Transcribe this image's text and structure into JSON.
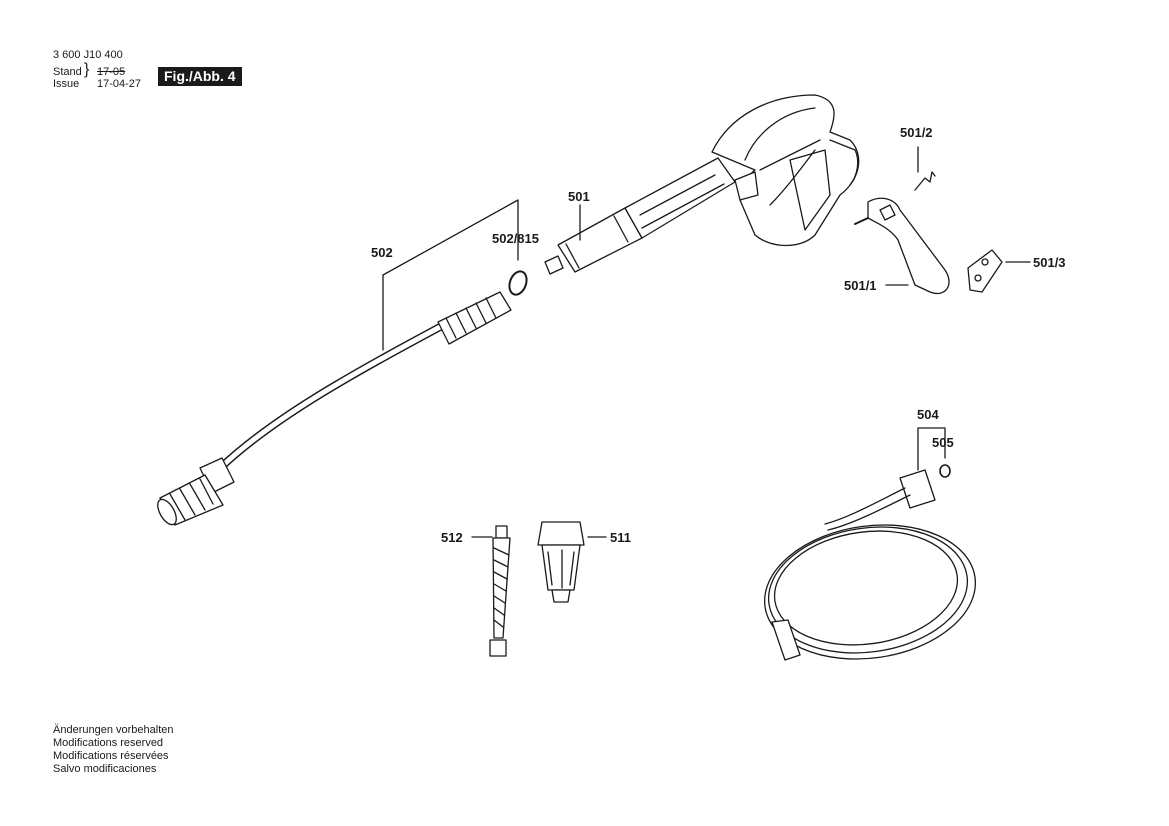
{
  "header": {
    "doc_number": "3 600 J10 400",
    "stand_label": "Stand",
    "issue_label": "Issue",
    "date_old": "17-05",
    "date_new": "17-04-27",
    "figure": "Fig./Abb. 4"
  },
  "labels": {
    "p501": "501",
    "p501_1": "501/1",
    "p501_2": "501/2",
    "p501_3": "501/3",
    "p502": "502",
    "p502_815": "502/815",
    "p504": "504",
    "p505": "505",
    "p511": "511",
    "p512": "512"
  },
  "footer": [
    "Änderungen vorbehalten",
    "Modifications reserved",
    "Modifications réservées",
    "Salvo modificaciones"
  ]
}
